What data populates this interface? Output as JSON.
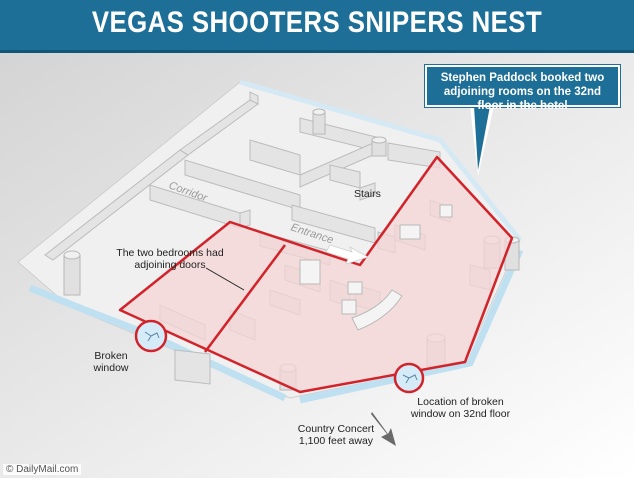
{
  "title": "VEGAS SHOOTERS SNIPERS NEST",
  "callout": "Stephen Paddock booked two adjoining rooms on the 32nd floor in the hotel",
  "labels": {
    "corridor": "Corridor",
    "entrance": "Entrance",
    "stairs": "Stairs",
    "bedrooms": "The two bedrooms had adjoining doors",
    "broken_window": "Broken window",
    "location_broken_window": "Location of broken window on 32nd floor",
    "country_concert": "Country Concert 1,100 feet away"
  },
  "source": "© DailyMail.com",
  "colors": {
    "banner": "#1e6f97",
    "room_outline": "#d2232a",
    "room_fill": "#f6d6d6",
    "window_blue": "#bfe0f1"
  }
}
